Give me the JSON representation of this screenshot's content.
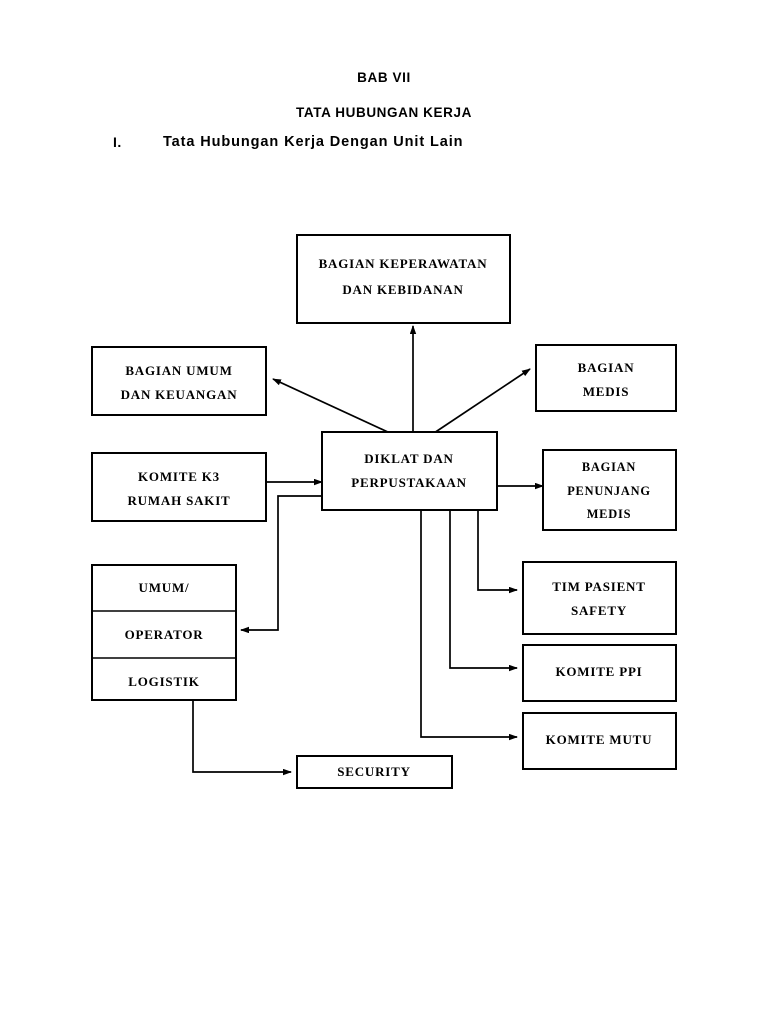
{
  "document": {
    "chapter_label": "BAB VII",
    "chapter_title": "TATA HUBUNGAN KERJA",
    "section_number": "I.",
    "section_title": "Tata Hubungan Kerja Dengan Unit Lain"
  },
  "diagram": {
    "type": "flow-relationship-diagram",
    "center": {
      "id": "diklat",
      "line1": "DIKLAT DAN",
      "line2": "PERPUSTAKAAN"
    },
    "nodes": [
      {
        "id": "keperawatan",
        "line1": "BAGIAN KEPERAWATAN",
        "line2": "DAN KEBIDANAN"
      },
      {
        "id": "umum-keuangan",
        "line1": "BAGIAN UMUM",
        "line2": "DAN KEUANGAN"
      },
      {
        "id": "medis",
        "line1": "BAGIAN",
        "line2": "MEDIS"
      },
      {
        "id": "komite-k3",
        "line1": "KOMITE K3",
        "line2": "RUMAH SAKIT"
      },
      {
        "id": "penunjang-medis",
        "line1": "BAGIAN",
        "line2": "PENUNJANG",
        "line3": "MEDIS"
      },
      {
        "id": "umum",
        "line1": "UMUM/"
      },
      {
        "id": "operator",
        "line1": "OPERATOR"
      },
      {
        "id": "logistik",
        "line1": "LOGISTIK"
      },
      {
        "id": "tim-pasient-safety",
        "line1": "TIM PASIENT",
        "line2": "SAFETY"
      },
      {
        "id": "komite-ppi",
        "line1": "KOMITE PPI"
      },
      {
        "id": "komite-mutu",
        "line1": "KOMITE MUTU"
      },
      {
        "id": "security",
        "line1": "SECURITY"
      }
    ],
    "connections": [
      {
        "from": "diklat",
        "to": "keperawatan",
        "direction": "up"
      },
      {
        "from": "diklat",
        "to": "umum-keuangan",
        "direction": "up-left"
      },
      {
        "from": "diklat",
        "to": "medis",
        "direction": "up-right"
      },
      {
        "from": "komite-k3",
        "to": "diklat",
        "direction": "right"
      },
      {
        "from": "diklat",
        "to": "penunjang-medis",
        "direction": "right"
      },
      {
        "from": "diklat",
        "to": "operator",
        "direction": "left-down"
      },
      {
        "from": "diklat",
        "to": "tim-pasient-safety",
        "direction": "down-right"
      },
      {
        "from": "diklat",
        "to": "komite-ppi",
        "direction": "down-right"
      },
      {
        "from": "diklat",
        "to": "komite-mutu",
        "direction": "down-right"
      },
      {
        "from": "logistik",
        "to": "security",
        "direction": "down-right"
      }
    ],
    "colors": {
      "stroke": "#000000",
      "fill": "#ffffff",
      "text": "#000000"
    }
  }
}
